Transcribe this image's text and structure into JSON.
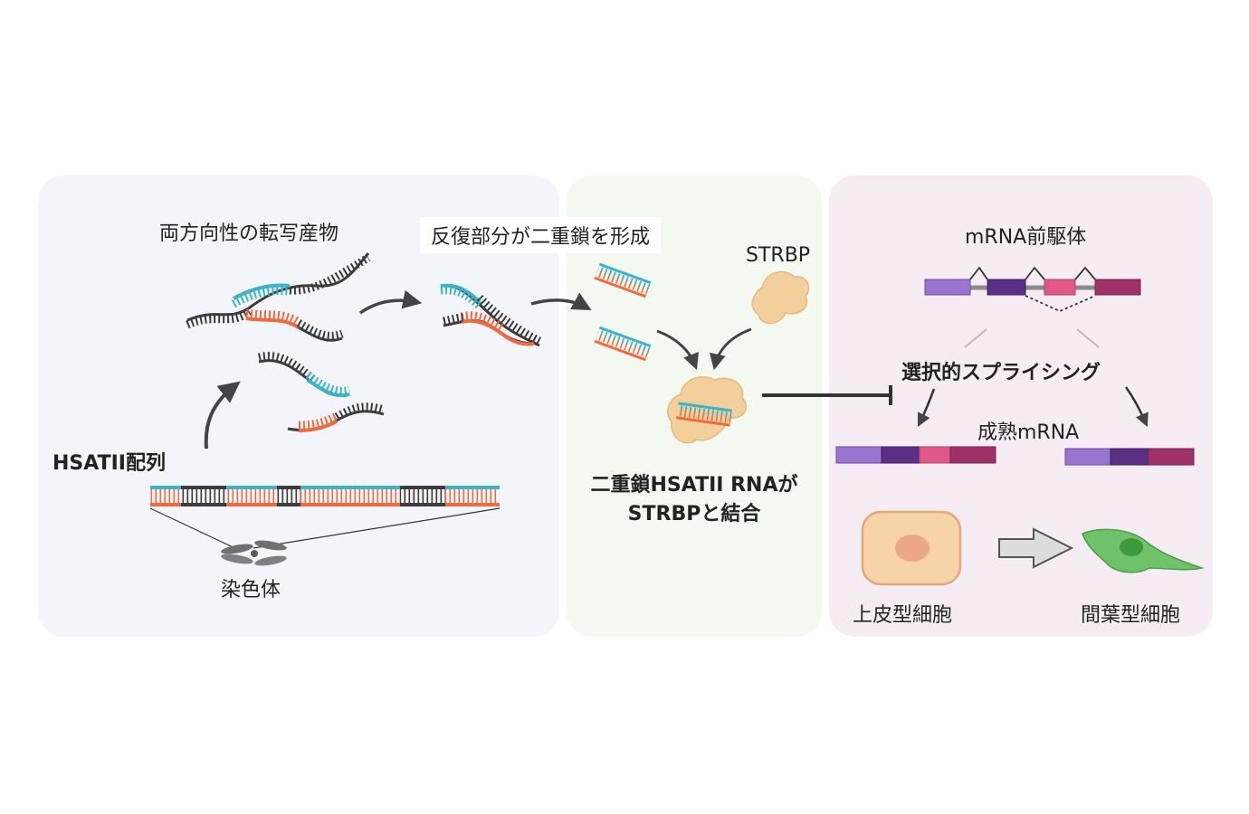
{
  "panel1": {
    "transcripts_label": "両方向性の転写産物",
    "hsatii_label": "HSATII配列",
    "chromosome_label": "染色体"
  },
  "panel2": {
    "repeat_label": "反復部分が二重鎖を形成",
    "strbp_label": "STRBP",
    "binding_label_line1": "二重鎖HSATII RNAが",
    "binding_label_line2": "STRBPと結合"
  },
  "panel3": {
    "premrna_label": "mRNA前駆体",
    "splicing_label": "選択的スプライシング",
    "mature_label": "成熟mRNA",
    "epithelial_label": "上皮型細胞",
    "mesenchymal_label": "間葉型細胞"
  },
  "colors": {
    "teal": "#3bb3c8",
    "orange": "#ef6a3e",
    "dark_strand": "#3c3c3c",
    "protein": "#f3cf9c",
    "exon1": "#9b74cf",
    "exon2": "#5a2f86",
    "exon3": "#e0588a",
    "exon4": "#9e3168",
    "epithelial_cell": "#f6d3a8",
    "mesenchymal_cell": "#6fc26a"
  }
}
